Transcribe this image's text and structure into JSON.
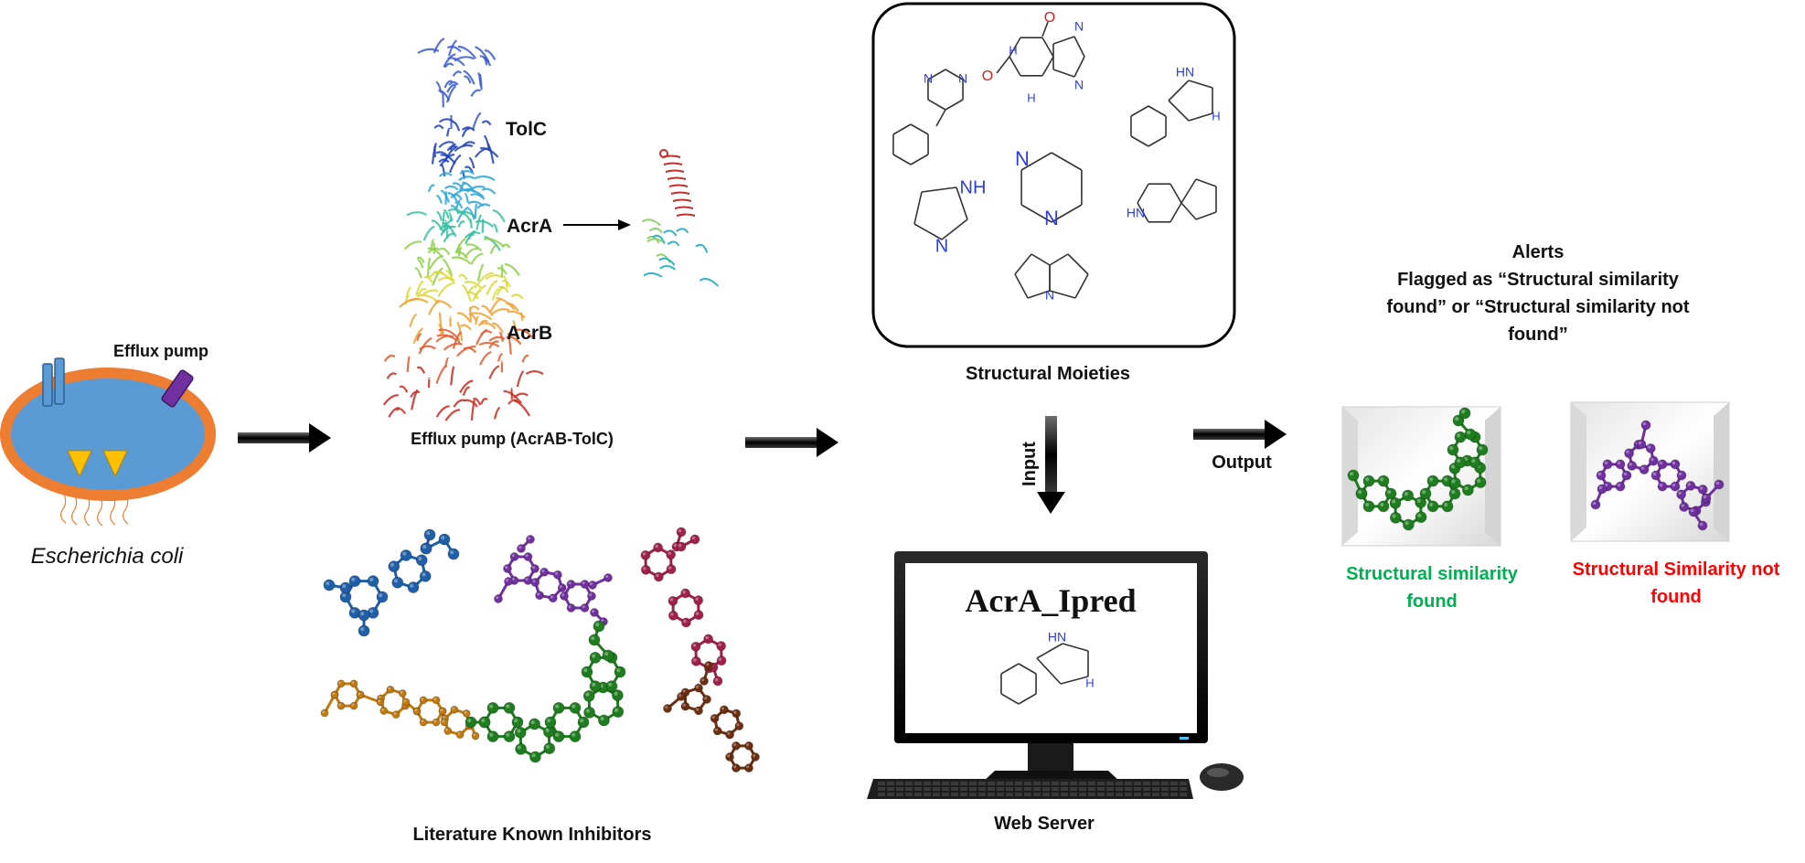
{
  "colors": {
    "cell_fill": "#5b9bd5",
    "cell_border": "#ed7d31",
    "found_green": "#00b050",
    "not_found_red": "#ff0000",
    "mol_green": "#1e7d1e",
    "mol_purple": "#7030a0",
    "mol_blue": "#1f5fa8",
    "mol_crimson": "#a0204a",
    "mol_orange": "#c07a10",
    "mol_brown": "#6b2e10",
    "heteroatom_blue": "#2d3fd0",
    "oxygen_red": "#d02020"
  },
  "cell": {
    "species": "Escherichia coli",
    "pump_label": "Efflux pump"
  },
  "pump_structure": {
    "caption": "Efflux pump (AcrAB-TolC)",
    "tolc": "TolC",
    "acra": "AcrA",
    "acrb": "AcrB"
  },
  "inhibitors": {
    "caption": "Literature Known Inhibitors"
  },
  "moieties": {
    "caption": "Structural Moieties",
    "atoms": {
      "nitrogen": "N",
      "oxygen": "O",
      "nh": "NH",
      "hn": "HN",
      "h": "H"
    }
  },
  "flow": {
    "input": "Input",
    "output": "Output"
  },
  "server": {
    "caption": "Web Server",
    "app_title": "AcrA_Ipred"
  },
  "alerts": {
    "title": "Alerts",
    "line1": "Flagged as “Structural similarity",
    "line2": "found” or “Structural similarity not",
    "line3": "found”"
  },
  "results": {
    "found_line1": "Structural similarity",
    "found_line2": "found",
    "not_found_line1": "Structural Similarity not",
    "not_found_line2": "found"
  }
}
